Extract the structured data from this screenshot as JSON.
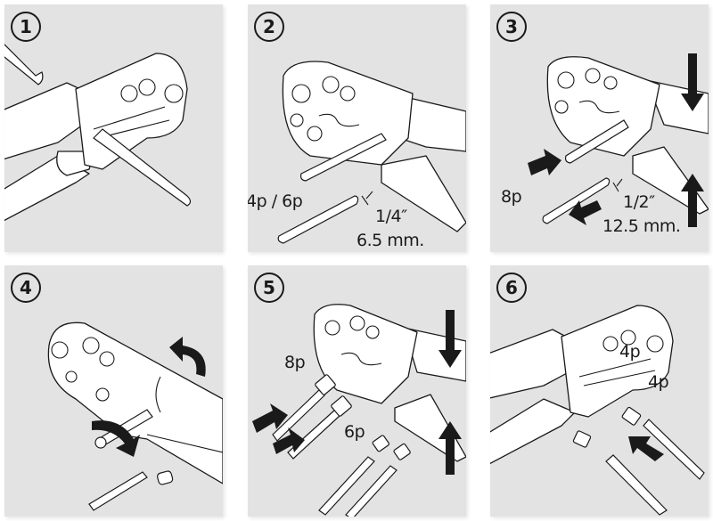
{
  "title": "Crimping tool instructions",
  "colors": {
    "panel": "#e3e3e3",
    "ink": "#1a1a1a",
    "background": "#ffffff"
  },
  "steps": [
    {
      "number": "1",
      "illustration": "insert cable into cutter",
      "labels": []
    },
    {
      "number": "2",
      "illustration": "strip cable jacket for 4p/6p",
      "labels": {
        "connector": "4p / 6p",
        "inch": "1/4″",
        "mm": "6.5 mm."
      }
    },
    {
      "number": "3",
      "illustration": "squeeze handles to strip 8p cable",
      "labels": {
        "connector": "8p",
        "inch": "1/2″",
        "mm": "12.5 mm."
      }
    },
    {
      "number": "4",
      "illustration": "rotate to remove jacket",
      "labels": []
    },
    {
      "number": "5",
      "illustration": "insert 8p and 6p connectors and crimp",
      "labels": {
        "connector_8p": "8p",
        "connector_6p": "6p"
      }
    },
    {
      "number": "6",
      "illustration": "insert 4p connector and crimp",
      "labels": {
        "connector_a": "4p",
        "connector_b": "4p"
      }
    }
  ]
}
